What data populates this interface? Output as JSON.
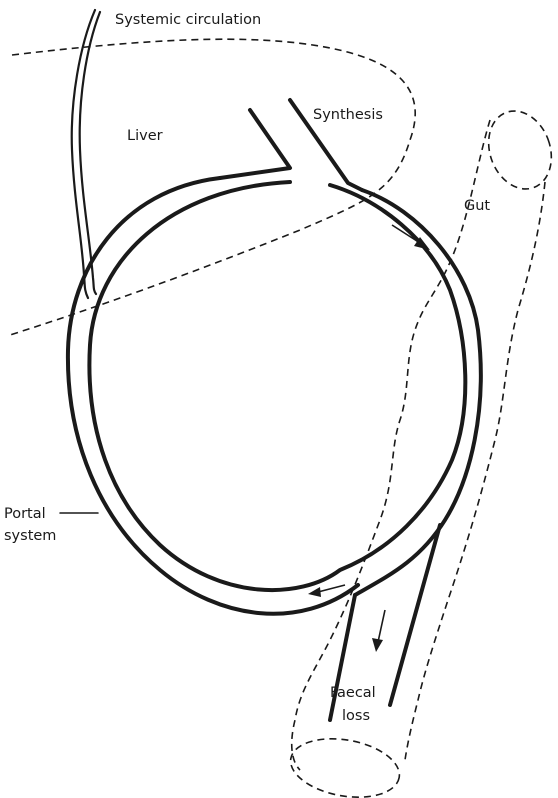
{
  "labels": {
    "systemic_circulation": "Systemic circulation",
    "liver": "Liver",
    "synthesis": "Synthesis",
    "gut": "Gut",
    "portal_system_line1": "Portal",
    "portal_system_line2": "system",
    "faecal_loss_line1": "Faecal",
    "faecal_loss_line2": "loss"
  },
  "flow_arrows": [
    {
      "name": "synthesis-to-portal-arrow",
      "direction": "down-right"
    },
    {
      "name": "portal-to-gut-arrow",
      "direction": "left"
    },
    {
      "name": "faecal-loss-arrow",
      "direction": "down"
    }
  ]
}
